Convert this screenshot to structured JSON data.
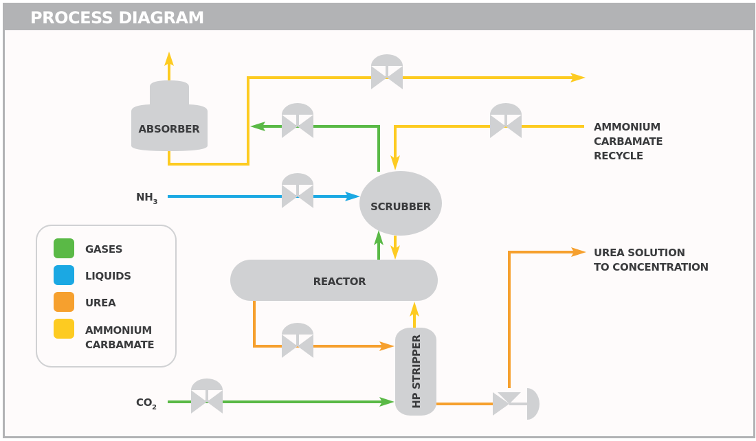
{
  "header": {
    "title": "PROCESS DIAGRAM"
  },
  "colors": {
    "gases": "#5ab946",
    "liquids": "#1ba8e3",
    "urea": "#f6a02e",
    "ammonium_carbamate": "#fdcb21",
    "equipment": "#d0d1d3",
    "text": "#3a3b3d"
  },
  "equipment": {
    "absorber": "ABSORBER",
    "scrubber": "SCRUBBER",
    "reactor": "REACTOR",
    "hp_stripper": "HP STRIPPER"
  },
  "inputs": {
    "nh3": {
      "base": "NH",
      "sub": "3"
    },
    "co2": {
      "base": "CO",
      "sub": "2"
    }
  },
  "outputs": {
    "carbamate_recycle": [
      "AMMONIUM",
      "CARBAMATE",
      "RECYCLE"
    ],
    "urea_solution": [
      "UREA SOLUTION",
      "TO CONCENTRATION"
    ]
  },
  "legend": {
    "items": [
      {
        "label": [
          "GASES"
        ],
        "color": "#5ab946"
      },
      {
        "label": [
          "LIQUIDS"
        ],
        "color": "#1ba8e3"
      },
      {
        "label": [
          "UREA"
        ],
        "color": "#f6a02e"
      },
      {
        "label": [
          "AMMONIUM",
          "CARBAMATE"
        ],
        "color": "#fdcb21"
      }
    ]
  }
}
